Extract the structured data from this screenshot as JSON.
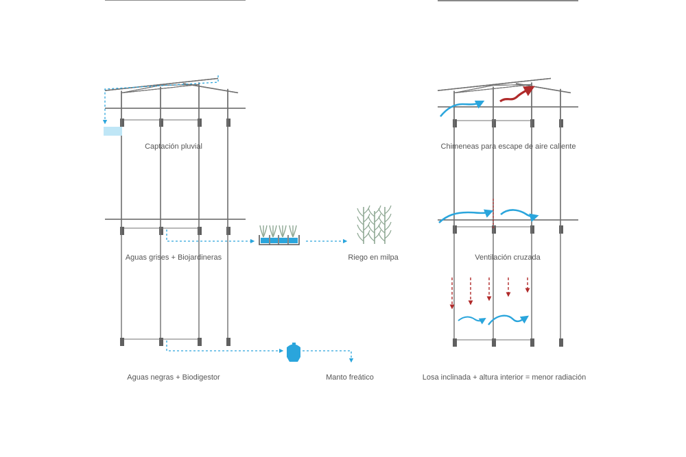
{
  "colors": {
    "structure": "#707070",
    "ground": "#606060",
    "water_flow": "#2aa5dc",
    "cistern_fill": "#bfe6f6",
    "heat": "#b02a2a",
    "vegetation": "#8fa894",
    "caption": "#555555"
  },
  "diagrams": [
    {
      "caption": "Captación pluvial"
    },
    {
      "caption": "Chimeneas para escape de aire caliente"
    },
    {
      "caption": "Aguas grises + Biojardineras"
    },
    {
      "caption": "Riego en milpa"
    },
    {
      "caption": "Ventilación cruzada"
    },
    {
      "caption": "Aguas negras + Biodigestor"
    },
    {
      "caption": "Manto freático"
    },
    {
      "caption": "Losa inclinada + altura interior = menor radiación"
    }
  ]
}
